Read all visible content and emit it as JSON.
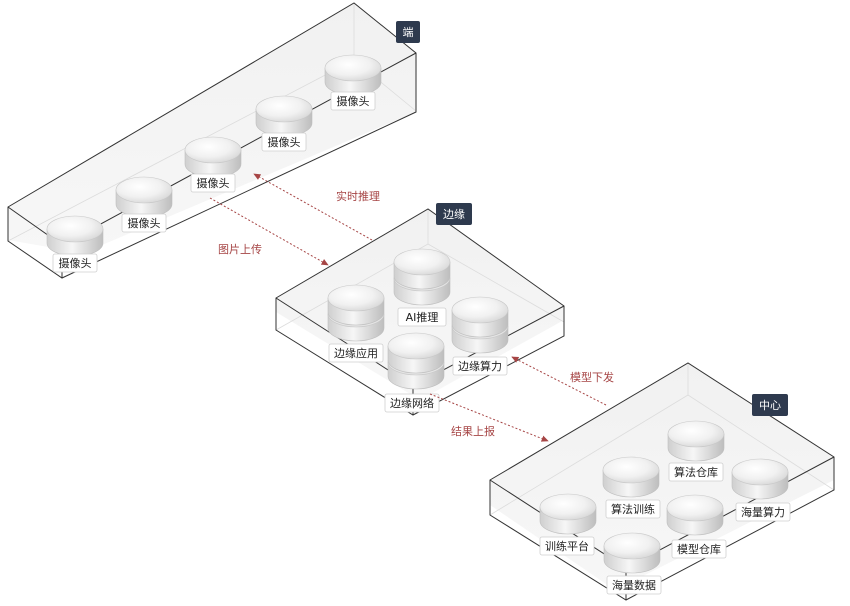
{
  "colors": {
    "tag_background": "#2e3a4e",
    "flow": "#a64545",
    "outline": "#333333"
  },
  "tiers": {
    "device": {
      "tag": "端",
      "nodes": [
        "摄像头",
        "摄像头",
        "摄像头",
        "摄像头",
        "摄像头"
      ]
    },
    "edge": {
      "tag": "边缘",
      "nodes": [
        "AI推理",
        "边缘应用",
        "边缘算力",
        "边缘网络"
      ]
    },
    "center": {
      "tag": "中心",
      "nodes": [
        "算法仓库",
        "算法训练",
        "海量算力",
        "模型仓库",
        "训练平台",
        "海量数据"
      ]
    }
  },
  "flows": {
    "realtime_inference": "实时推理",
    "image_upload": "图片上传",
    "model_dispatch": "模型下发",
    "result_report": "结果上报"
  }
}
